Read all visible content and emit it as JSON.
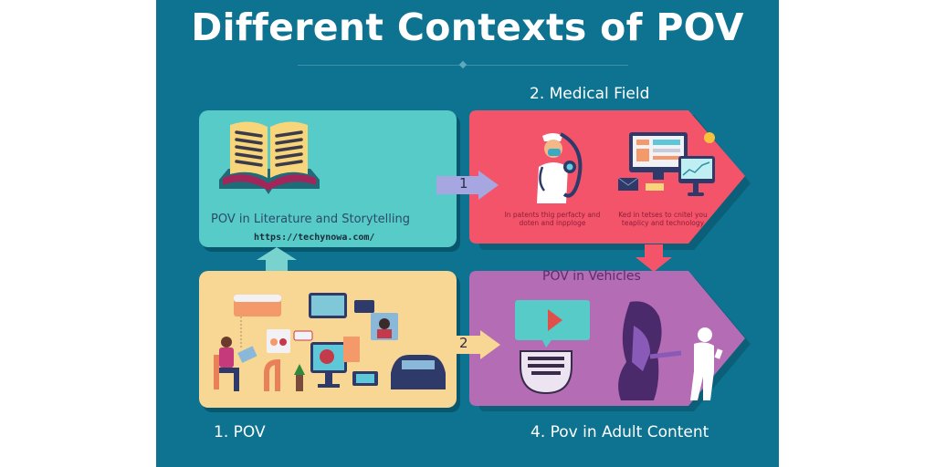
{
  "title": "Different Contexts of POV",
  "sections": {
    "medical": {
      "label": "2.  Medical Field",
      "caption_left": "In patents thig perfacty and doten and inpploge",
      "caption_right": "Ked in tetses to cnitel you teaplicy and technology",
      "color": "#f4546a"
    },
    "literature": {
      "label": "POV in Literature and  Storytelling",
      "color": "#56cbc7"
    },
    "pov": {
      "label": "1.  POV",
      "color": "#f7d793"
    },
    "vehicles": {
      "label": "POV in Vehicles",
      "color": "#b46cb4"
    },
    "adult": {
      "label": "4.  Pov in Adult Content"
    }
  },
  "watermark": "https://techynowa.com/",
  "steps": {
    "one": "1",
    "two": "2"
  },
  "colors": {
    "background": "#0e7390",
    "title": "#ffffff"
  }
}
